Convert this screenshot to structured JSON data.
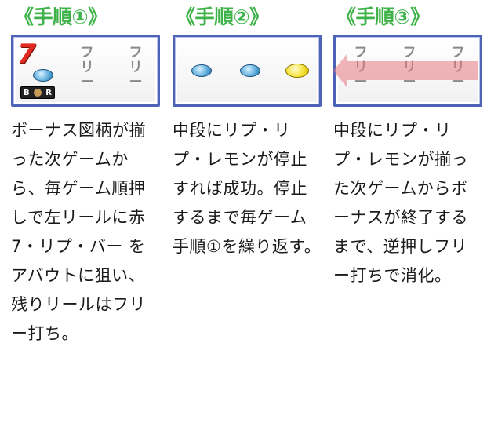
{
  "steps": [
    {
      "title": "《手順①》",
      "reel_labels": [
        "フ",
        "リ",
        "ー"
      ],
      "bar_label": "B",
      "bar_label_right": "R",
      "text": "ボーナス図柄が揃った次ゲームから、毎ゲーム順押しで左リールに赤7・リプ・バー をアバウトに狙い、残りリールはフリー打ち。"
    },
    {
      "title": "《手順②》",
      "text": "中段にリプ・リプ・レモンが停止すれば成功。停止するまで毎ゲーム手順①を繰り返す。"
    },
    {
      "title": "《手順③》",
      "reel_labels": [
        "フ",
        "リ",
        "ー"
      ],
      "text": "中段にリプ・リプ・レモンが揃った次ゲームからボーナスが終了するまで、逆押しフリー打ちで消化。"
    }
  ],
  "icons": {
    "seven": "red-seven-icon",
    "bar": "bar-icon",
    "replay": "replay-icon",
    "lemon": "lemon-icon",
    "arrow": "left-arrow-icon"
  },
  "colors": {
    "title": "#3fb34a",
    "frame": "#4d63b8",
    "seven": "#e02a22",
    "arrow": "#e87882"
  }
}
